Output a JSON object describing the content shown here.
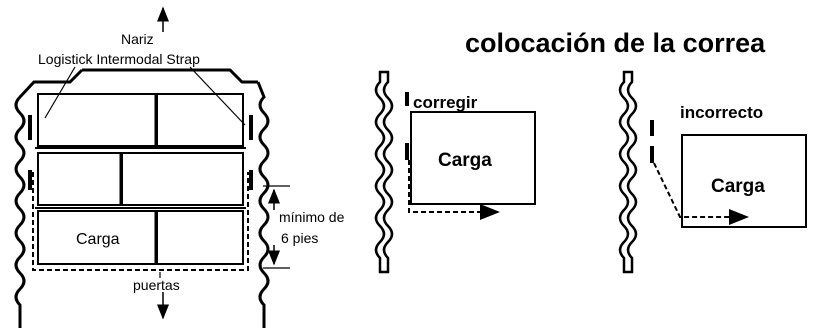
{
  "title": "colocación de la correa",
  "left": {
    "nose_label": "Nariz",
    "strap_label": "Logistick Intermodal Strap",
    "cargo_label": "Carga",
    "min_label_line1": "mínimo de",
    "min_label_line2": "6 pies",
    "doors_label": "puertas"
  },
  "correct": {
    "heading": "corregir",
    "cargo_label": "Carga"
  },
  "incorrect": {
    "heading": "incorrecto",
    "cargo_label": "Carga"
  }
}
